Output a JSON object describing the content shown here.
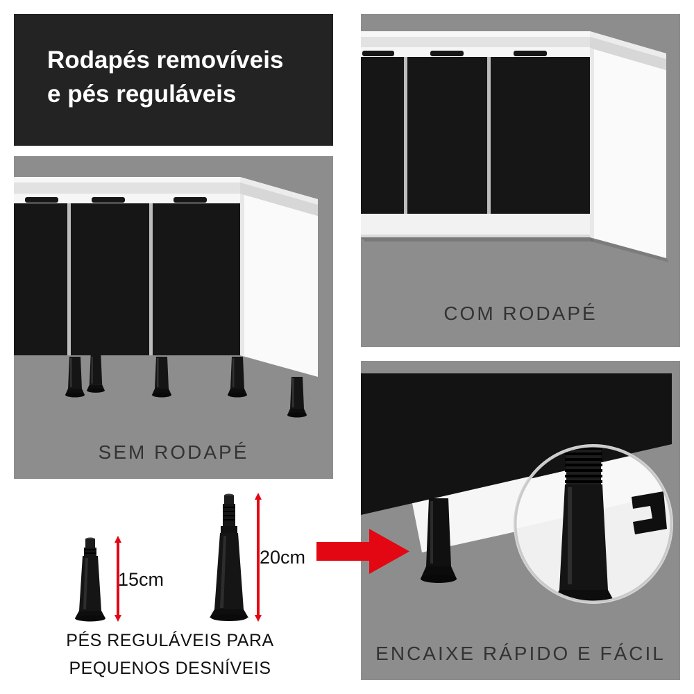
{
  "banner": {
    "line1": "Rodapés removíveis",
    "line2": "e pés reguláveis"
  },
  "sections": {
    "sem_rodape": {
      "label": "SEM RODAPÉ"
    },
    "com_rodape": {
      "label": "COM RODAPÉ"
    },
    "encaixe": {
      "label": "ENCAIXE RÁPIDO E FÁCIL"
    }
  },
  "measurements": {
    "small_foot": "15cm",
    "large_foot": "20cm",
    "caption_line1": "PÉS REGULÁVEIS PARA",
    "caption_line2": "PEQUENOS DESNÍVEIS"
  },
  "colors": {
    "banner_bg": "#232323",
    "panel_bg": "#8d8d8d",
    "accent_red": "#e30613",
    "cabinet_black": "#161616",
    "cabinet_white": "#fafafa",
    "label_text": "#333333"
  },
  "icons": {
    "red_arrow": "red-arrow-right-icon",
    "foot_small": "foot-15cm-icon",
    "foot_large": "foot-20cm-icon",
    "magnifier": "magnifier-circle",
    "clip": "clip-icon"
  }
}
